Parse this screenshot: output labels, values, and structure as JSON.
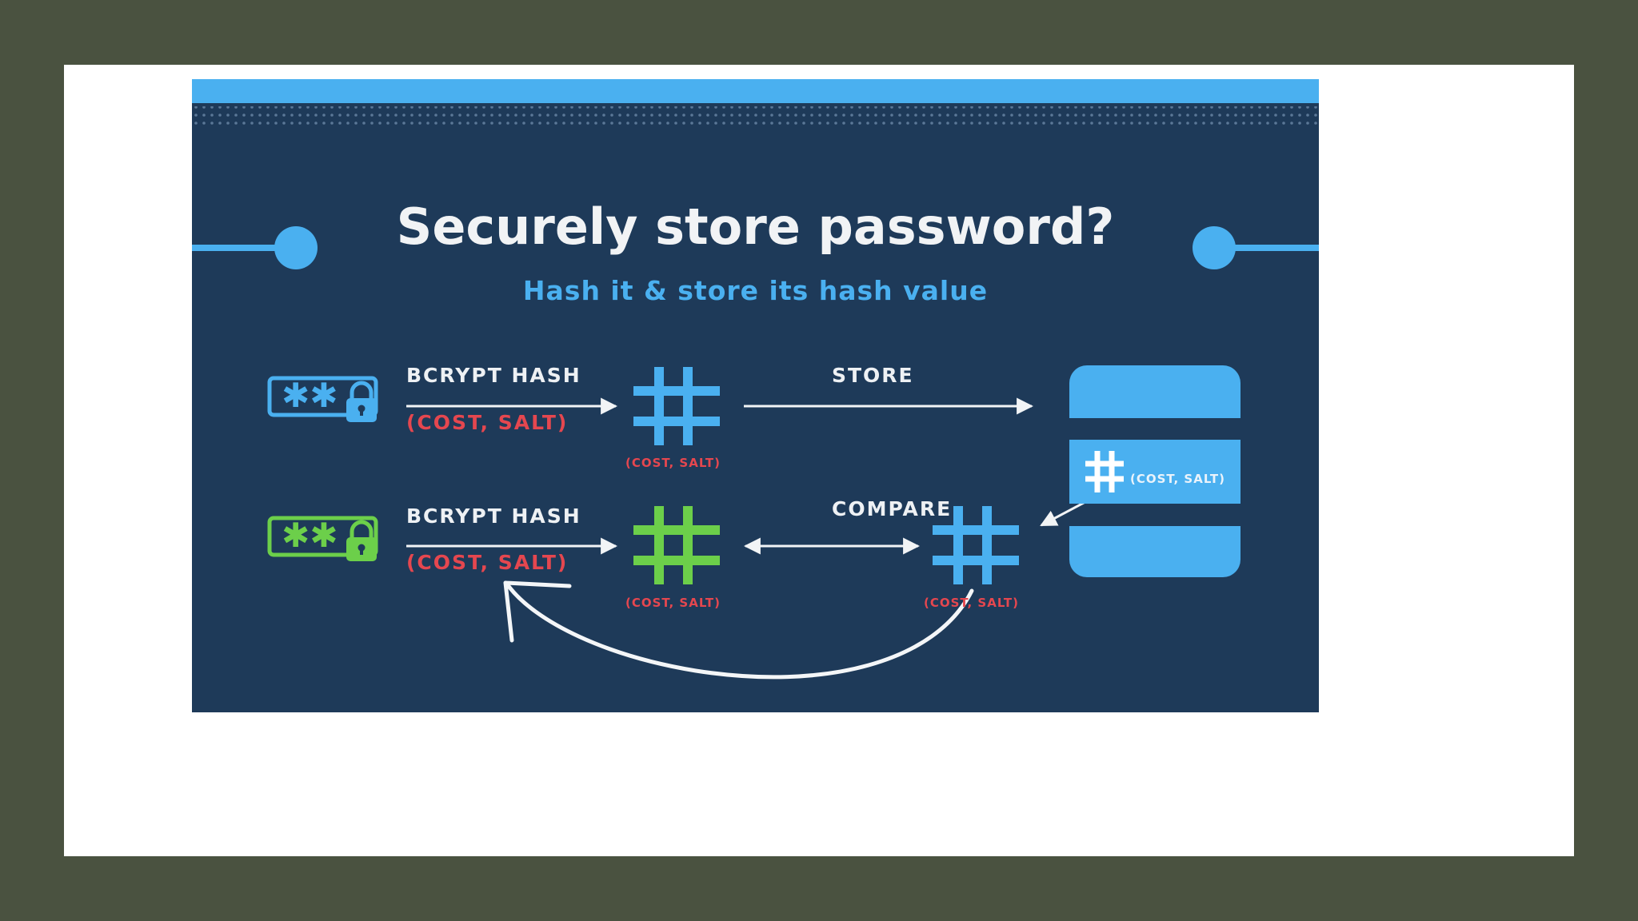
{
  "title": "Securely store password?",
  "subtitle": "Hash it & store its hash value",
  "row_top": {
    "hash_label": "BCRYPT HASH",
    "params_label": "(COST, SALT)",
    "hash_caption": "(COST, SALT)",
    "action_label": "STORE"
  },
  "row_bottom": {
    "hash_label": "BCRYPT HASH",
    "params_label": "(COST, SALT)",
    "hash_caption_left": "(COST, SALT)",
    "action_label": "COMPARE",
    "hash_caption_right": "(COST, SALT)"
  },
  "database": {
    "record_caption": "(COST, SALT)"
  },
  "colors": {
    "page_background": "#4a5240",
    "slide_background": "#1e3a59",
    "accent_blue": "#4ab0f0",
    "match_green": "#6ccf4a",
    "param_red": "#e5474f"
  },
  "icons": {
    "stored_password": "password-lock-icon",
    "entered_password": "password-lock-icon",
    "hash": "hash-icon",
    "database": "database-icon"
  }
}
